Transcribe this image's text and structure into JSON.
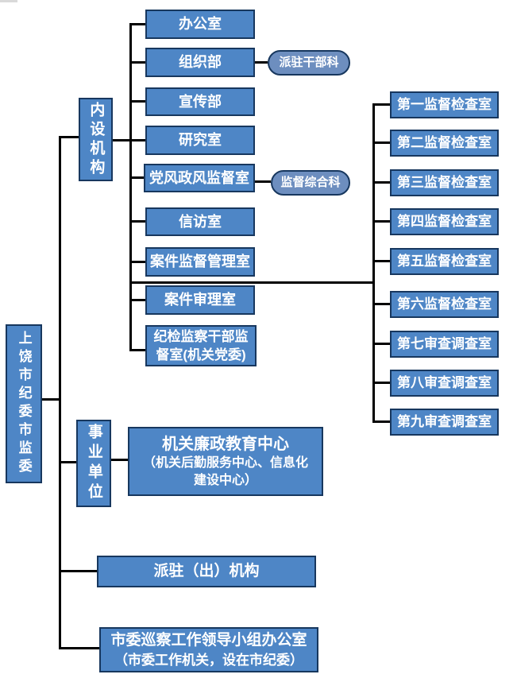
{
  "root": {
    "label": "上饶市纪委市监委"
  },
  "groups": {
    "internal": "内设机构",
    "institution": "事业单位"
  },
  "internal_offices": [
    "办公室",
    "组织部",
    "宣传部",
    "研究室",
    "党风政风监督室",
    "信访室",
    "案件监督管理室",
    "案件审理室"
  ],
  "cadre_supervision": {
    "line1": "纪检监察干部监",
    "line2": "督室(机关党委)"
  },
  "sections": {
    "dispatched_cadre": "派驻干部科",
    "supervision_comprehensive": "监督综合科"
  },
  "numbered_rooms": [
    "第一监督检查室",
    "第二监督检查室",
    "第三监督检查室",
    "第四监督检查室",
    "第五监督检查室",
    "第六监督检查室",
    "第七审查调查室",
    "第八审查调查室",
    "第九审查调查室"
  ],
  "education_center": {
    "title": "机关廉政教育中心",
    "sub1": "（机关后勤服务中心、信息化",
    "sub2": "建设中心）"
  },
  "dispatched_agencies": "派驻（出）机构",
  "inspection_office": {
    "line1": "市委巡察工作领导小组办公室",
    "line2": "（市委工作机关，设在市纪委）"
  },
  "colors": {
    "box-fill": "#4e86c6",
    "box-border": "#17375e",
    "pill-fill": "#6d8ebf",
    "pill-border": "#17375e",
    "line-color": "#000000",
    "text-color": "#ffffff"
  }
}
